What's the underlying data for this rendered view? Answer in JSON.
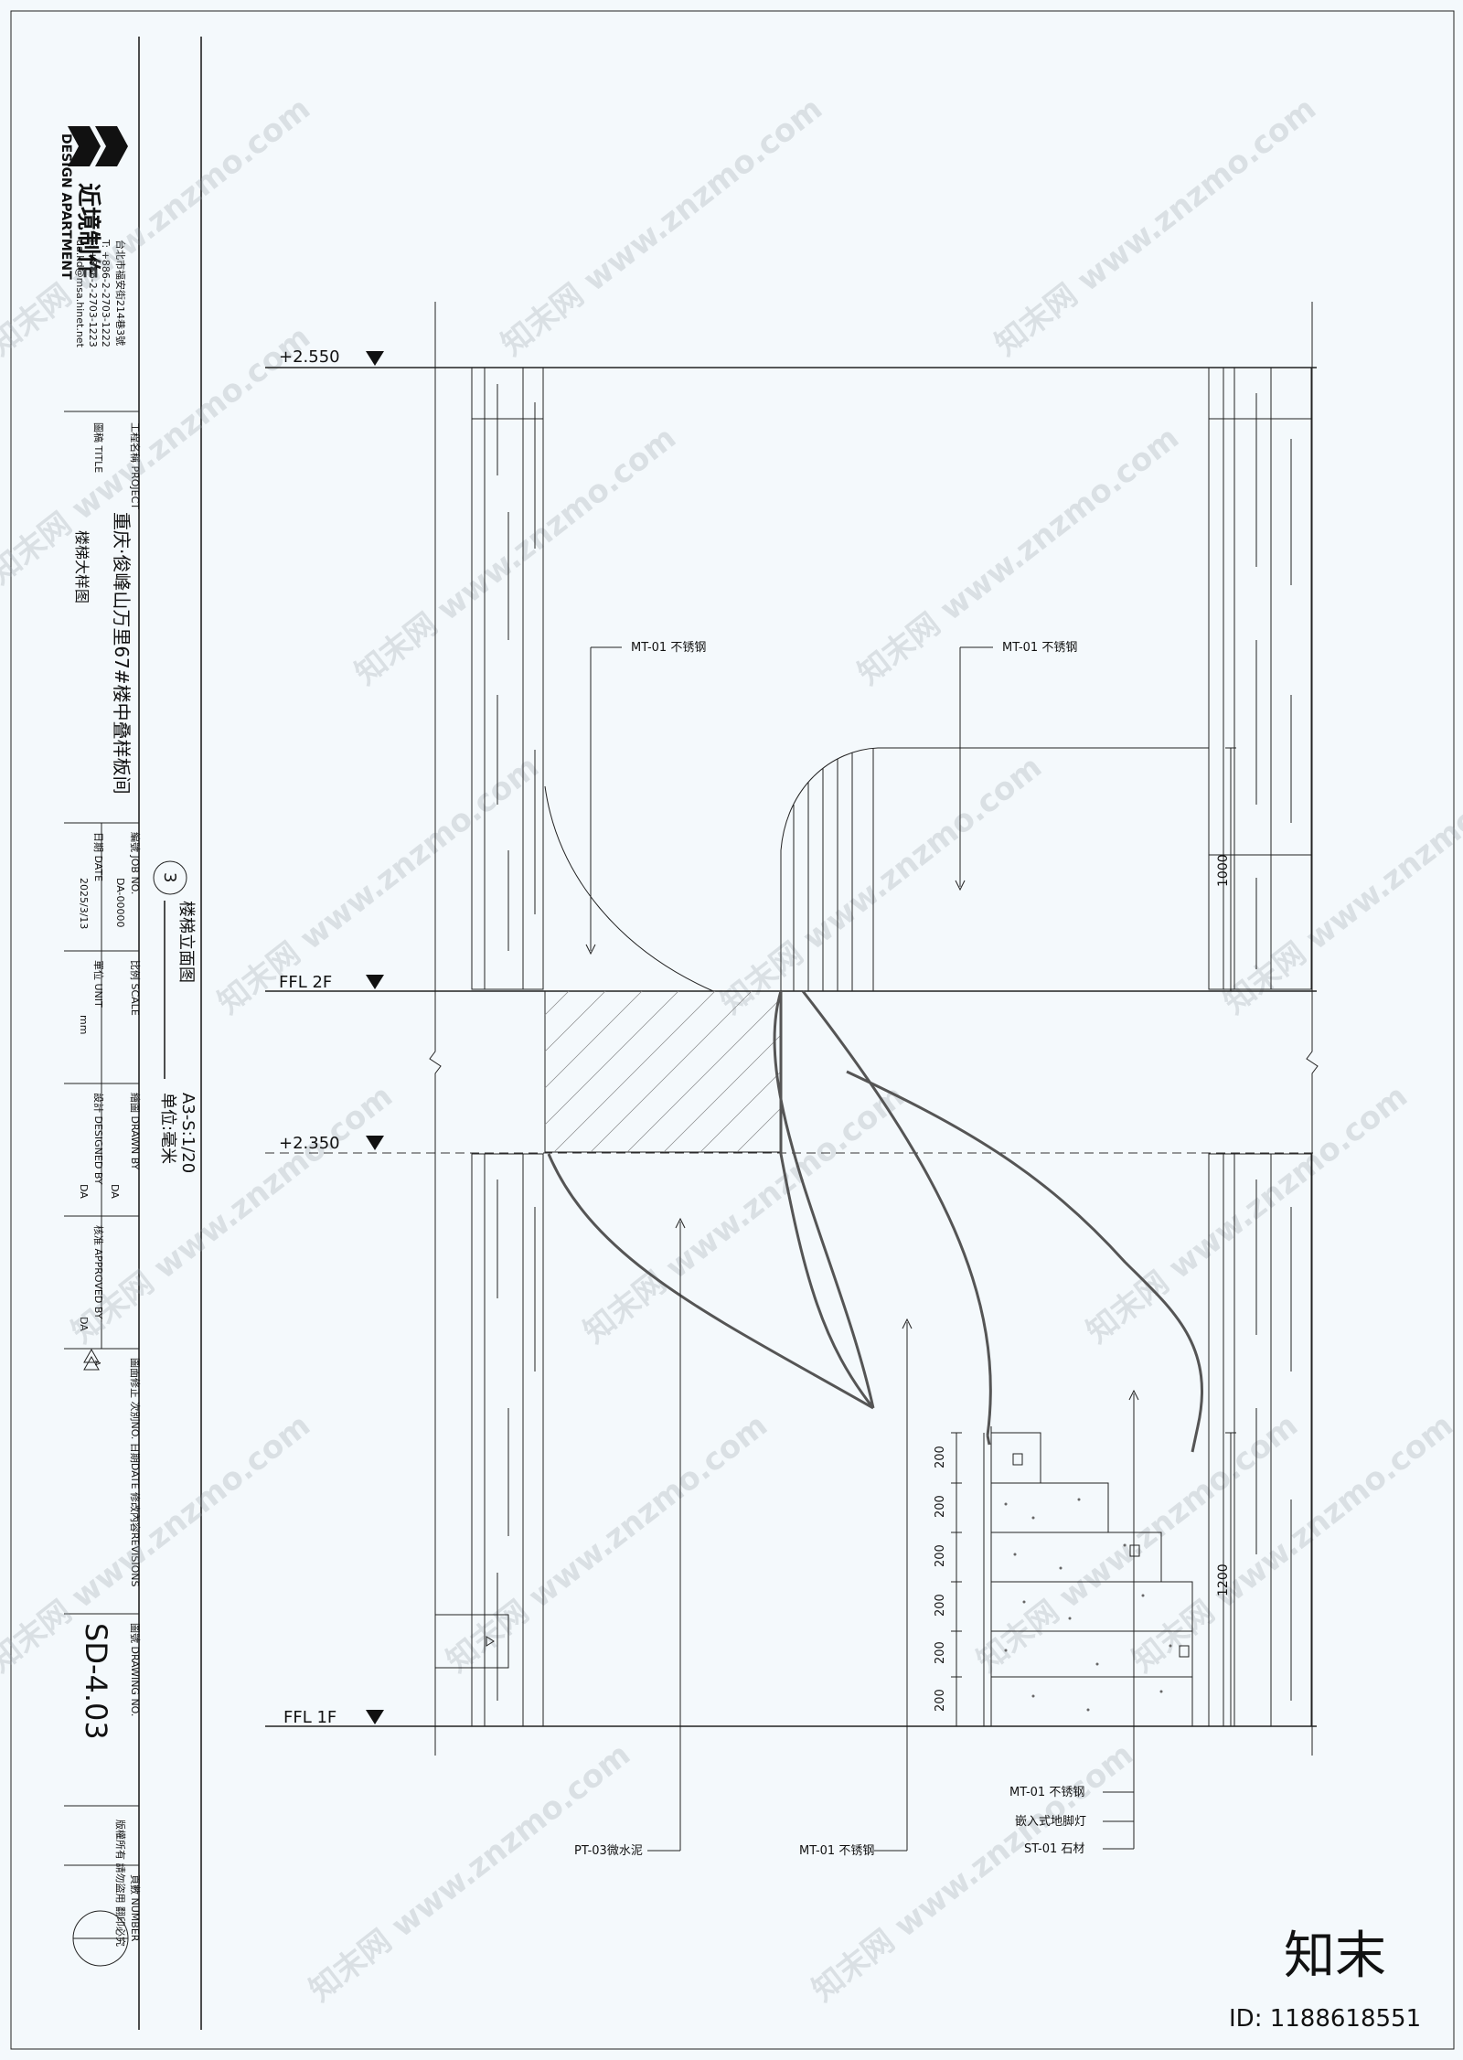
{
  "title_block": {
    "company_cn": "近境制作",
    "company_en": "DESIGN APARTMENT",
    "address": "台北市福安街214巷3號",
    "tel": "T: +886-2-2703-1222",
    "fax": "F: +886-2-2703-1223",
    "email": "da.kd@msa.hinet.net",
    "project_label": "工程名稱 PROJECT",
    "project_name": "重庆·俊峰山万里67#楼中叠样板间",
    "title_label": "圖稿 TITLE",
    "title_value": "楼梯大样图",
    "job_label": "編號 JOB NO.",
    "job_value": "DA-00000",
    "scale_label": "比例 SCALE",
    "date_label": "日期 DATE",
    "date_value": "2025/3/13",
    "unit_label": "單位 UNIT",
    "unit_value": "mm",
    "drawn_label": "繪圖 DRAWN BY",
    "drawn_value": "DA",
    "designed_label": "設計 DESIGNED BY",
    "designed_value": "DA",
    "approved_label": "核准 APPROVED BY",
    "approved_value": "DA",
    "revisions_label": "圖面修正 次別NO. 日期DATE 修改內容REVISIONS",
    "rev_mark": "A",
    "drawing_no_label": "圖號 DRAWING NO.",
    "drawing_no": "SD-4.03",
    "copyright": "版權所有 請勿盜用 翻印必究",
    "number_label": "頁數 NUMBER"
  },
  "drawing_title": {
    "index": "3",
    "name": "楼梯立面图",
    "scale": "A3-S:1/20",
    "unit": "单位:毫米"
  },
  "levels": {
    "top": "+2.550",
    "ffl2": "FFL 2F",
    "mid": "+2.350",
    "ffl1": "FFL 1F"
  },
  "dimensions": {
    "upper_rail": "1000",
    "lower_rail": "1200",
    "riser": "200"
  },
  "annotations": {
    "mt01_left": "MT-01 不锈钢",
    "mt01_right": "MT-01 不锈钢",
    "pt03": "PT-03微水泥",
    "mt01_bottom": "MT-01 不锈钢",
    "mt01_callout": "MT-01 不锈钢",
    "light_callout": "嵌入式地脚灯",
    "st01_callout": "ST-01 石材"
  },
  "watermark": {
    "text": "知末网 www.znzmo.com",
    "logo": "知末",
    "id": "ID: 1188618551"
  },
  "colors": {
    "background": "#f4f9fc",
    "line": "#222222",
    "watermark": "#9aa3aa"
  }
}
